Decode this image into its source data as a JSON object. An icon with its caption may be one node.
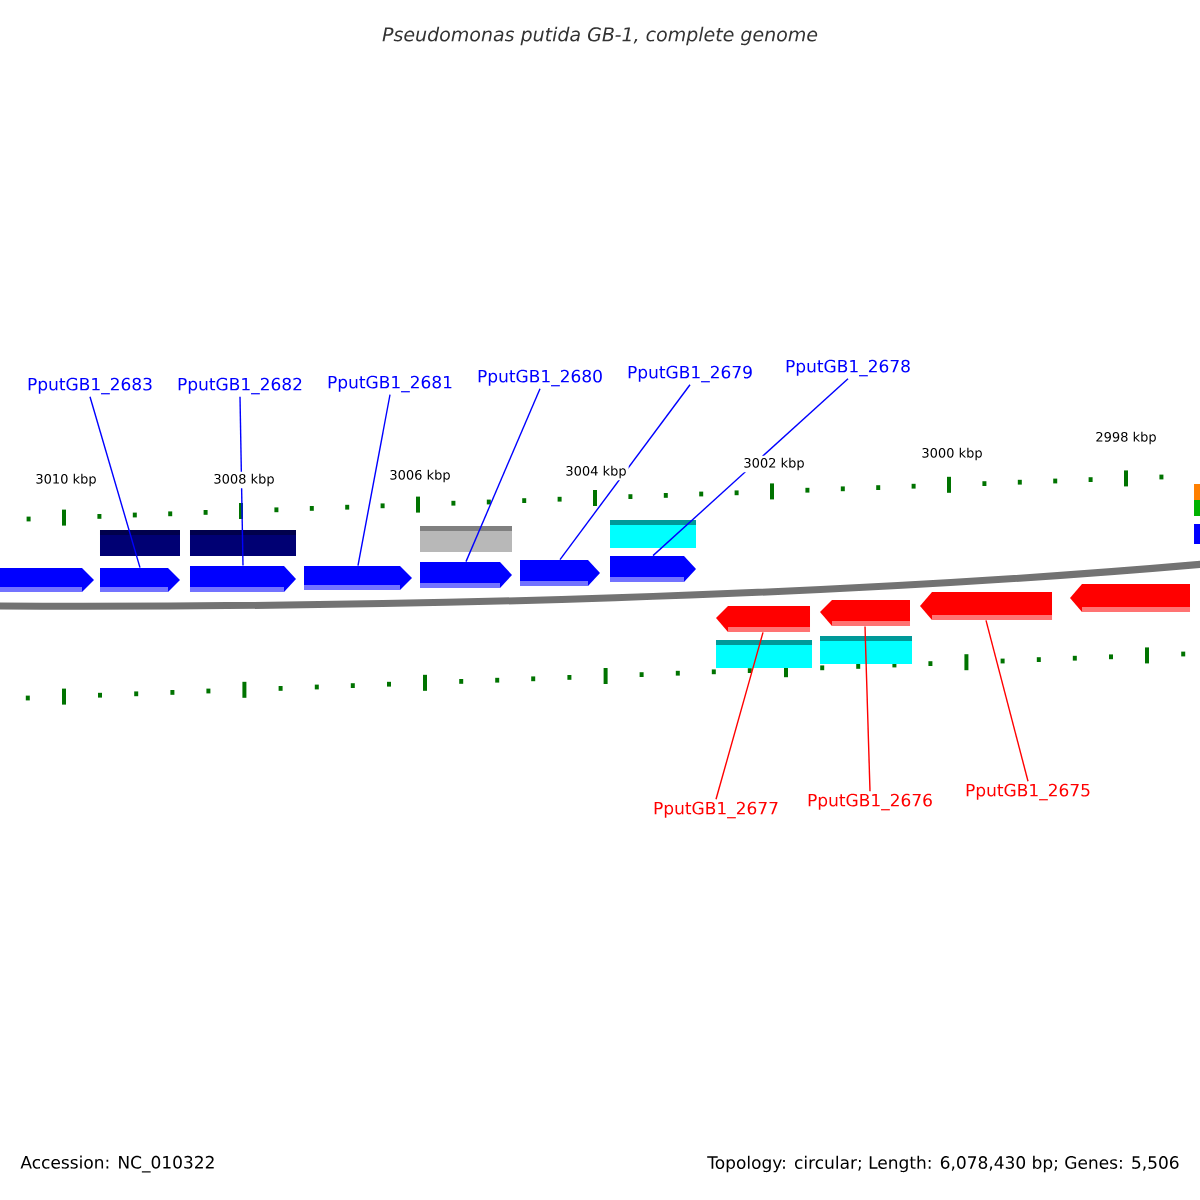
{
  "diagram": {
    "title": "Pseudomonas putida GB-1, complete genome",
    "nodes": [
      {
        "text": [
          "PputGB1_2683"
        ]
      },
      {
        "text": [
          "PputGB1_2682"
        ]
      },
      {
        "text": [
          "PputGB1_2681"
        ]
      },
      {
        "text": [
          "PputGB1_2680"
        ]
      },
      {
        "text": [
          "PputGB1_2679"
        ]
      },
      {
        "text": [
          "PputGB1_2678"
        ]
      },
      {
        "text": [
          "PputGB1_2677"
        ]
      },
      {
        "text": [
          "PputGB1_2676"
        ]
      },
      {
        "text": [
          "PputGB1_2675"
        ]
      },
      {
        "text": [],
        "shape": "arrow"
      },
      {
        "text": [],
        "shape": "arrow"
      },
      {
        "text": [],
        "shape": "arrow"
      },
      {
        "text": [],
        "shape": "arrow"
      },
      {
        "text": [],
        "shape": "arrow"
      },
      {
        "text": [],
        "shape": "arrow"
      },
      {
        "text": [],
        "shape": "arrow"
      },
      {
        "text": [],
        "shape": "arrow"
      },
      {
        "text": [],
        "shape": "arrow"
      },
      {
        "text": [],
        "shape": "arrow"
      },
      {
        "text": [],
        "shape": "arrow"
      }
    ],
    "edges": [
      {
        "from": 0,
        "to": 10,
        "arrow": "none"
      },
      {
        "from": 1,
        "to": 11,
        "arrow": "none"
      },
      {
        "from": 2,
        "to": 12,
        "arrow": "none"
      },
      {
        "from": 3,
        "to": 13,
        "arrow": "none"
      },
      {
        "from": 4,
        "to": 14,
        "arrow": "none"
      },
      {
        "from": 5,
        "to": 15,
        "arrow": "none"
      },
      {
        "from": 6,
        "to": 16,
        "arrow": "none",
        "color": "#ff0000"
      },
      {
        "from": 7,
        "to": 17,
        "arrow": "none",
        "color": "#ff0000"
      },
      {
        "from": 8,
        "to": 18,
        "arrow": "none",
        "color": "#ff0000"
      }
    ],
    "labels": [
      "3010 kbp",
      "3008 kbp",
      "3006 kbp",
      "3004 kbp",
      "3002 kbp",
      "3000 kbp",
      "2998 kbp",
      "Accession: NC_010322",
      "Topology: circular; Length: 6,078,430 bp; Genes: 5,506"
    ]
  }
}
